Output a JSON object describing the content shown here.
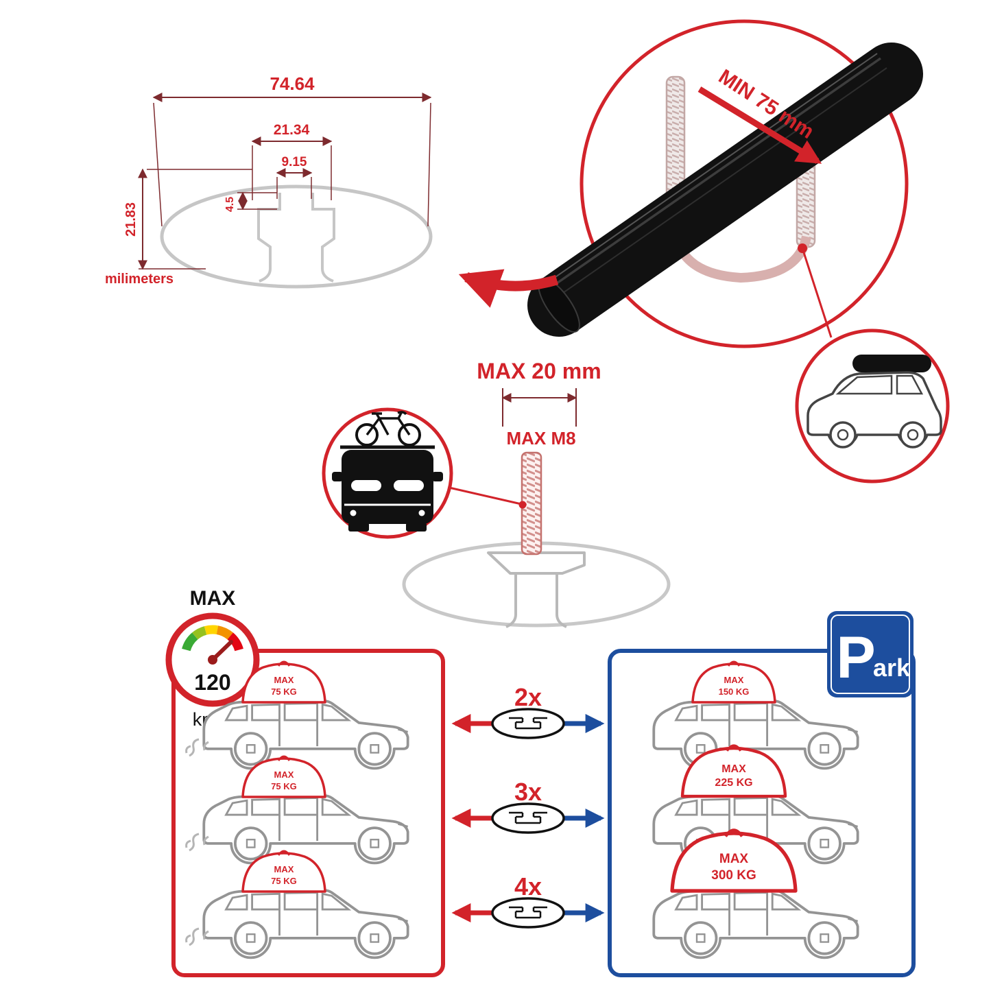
{
  "dimensions": {
    "total_width": "74.64",
    "channel_width": "21.34",
    "slot_width": "9.15",
    "slot_depth": "4.5",
    "total_height": "21.83",
    "units": "milimeters"
  },
  "clamp": {
    "min_grip": "MIN 75 mm"
  },
  "bolt": {
    "max_length": "MAX 20 mm",
    "max_thread": "MAX M8"
  },
  "speed": {
    "label": "MAX",
    "value": "120",
    "unit": "km/h"
  },
  "rows": [
    {
      "multiplier": "2x",
      "left": {
        "max": "MAX",
        "weight": "75 KG"
      },
      "right": {
        "max": "MAX",
        "weight": "150 KG"
      }
    },
    {
      "multiplier": "3x",
      "left": {
        "max": "MAX",
        "weight": "75 KG"
      },
      "right": {
        "max": "MAX",
        "weight": "225 KG"
      }
    },
    {
      "multiplier": "4x",
      "left": {
        "max": "MAX",
        "weight": "75 KG"
      },
      "right": {
        "max": "MAX",
        "weight": "300 KG"
      }
    }
  ],
  "parking": {
    "letter": "P",
    "suffix": "ark"
  },
  "colors": {
    "accent_red": "#d2232a",
    "accent_blue": "#1d4e9e",
    "dim_line": "#7d2a2e",
    "profile_gray": "#c6c6c6",
    "bar_black": "#111111"
  }
}
